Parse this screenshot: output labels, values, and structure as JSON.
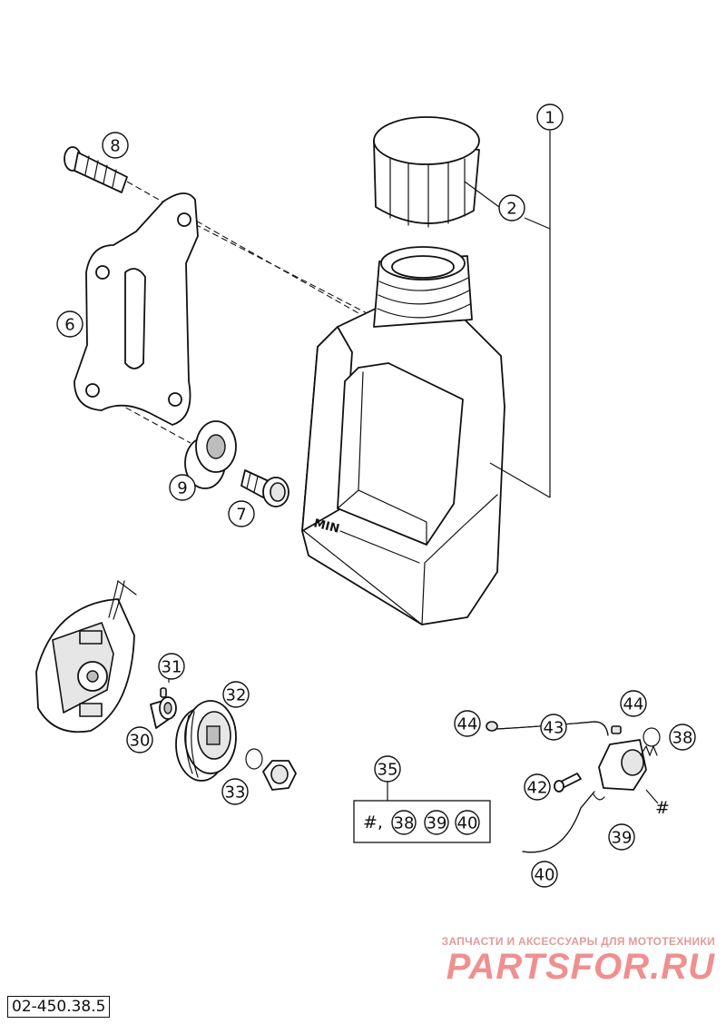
{
  "diagram": {
    "drawing_number": "02-450.38.5",
    "tank_marking": "MIN",
    "kit_note": {
      "label": "#,",
      "refs": [
        "38",
        "39",
        "40"
      ]
    },
    "callouts": {
      "c1": "1",
      "c2": "2",
      "c6": "6",
      "c7": "7",
      "c8": "8",
      "c9": "9",
      "c30": "30",
      "c31": "31",
      "c32": "32",
      "c33": "33",
      "c35": "35",
      "c38": "38",
      "c39": "39",
      "c40": "40",
      "c42": "42",
      "c43": "43",
      "c44a": "44",
      "c44b": "44"
    },
    "hash_marker": "#"
  },
  "watermark": {
    "tagline": "ЗАПЧАСТИ И АКСЕССУАРЫ ДЛЯ МОТОТЕХНИКИ",
    "brand": "PARTSFOR.RU",
    "color": "#f08f8f"
  }
}
